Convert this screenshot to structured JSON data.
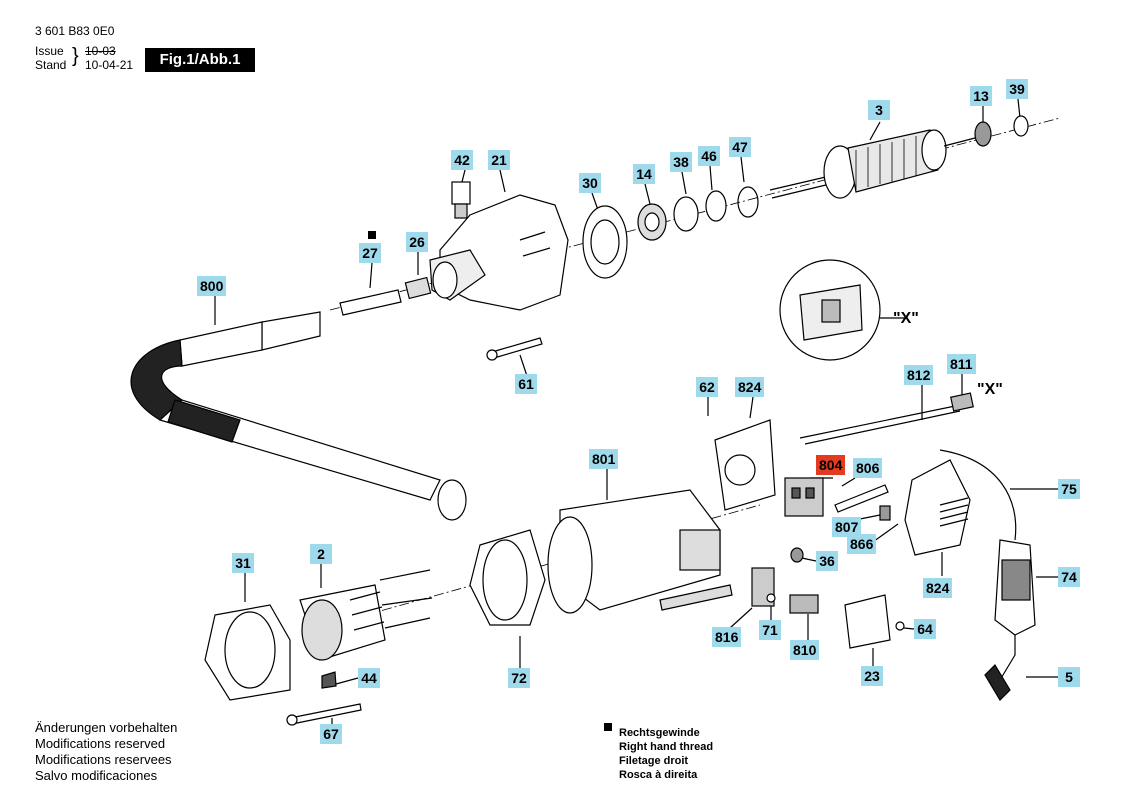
{
  "header": {
    "doc_number": "3 601 B83 0E0",
    "issue_label": "Issue",
    "stand_label": "Stand",
    "old_date": "10-03",
    "new_date": "10-04-21",
    "figure_title": "Fig.1/Abb.1"
  },
  "parts": [
    "3",
    "13",
    "39",
    "42",
    "21",
    "30",
    "14",
    "38",
    "46",
    "47",
    "27",
    "26",
    "800",
    "61",
    "62",
    "824",
    "812",
    "811",
    "801",
    "804",
    "806",
    "75",
    "807",
    "866",
    "31",
    "2",
    "36",
    "74",
    "824",
    "816",
    "71",
    "810",
    "64",
    "44",
    "72",
    "23",
    "5",
    "67"
  ],
  "highlighted_part": "804",
  "detail_tag": "\"X\"",
  "thread_marker": "■",
  "footer_notes": [
    "Änderungen vorbehalten",
    "Modifications reserved",
    "Modifications reservees",
    "Salvo modificaciones"
  ],
  "legend": [
    "Rechtsgewinde",
    "Right hand thread",
    "Filetage droit",
    "Rosca à direita"
  ]
}
